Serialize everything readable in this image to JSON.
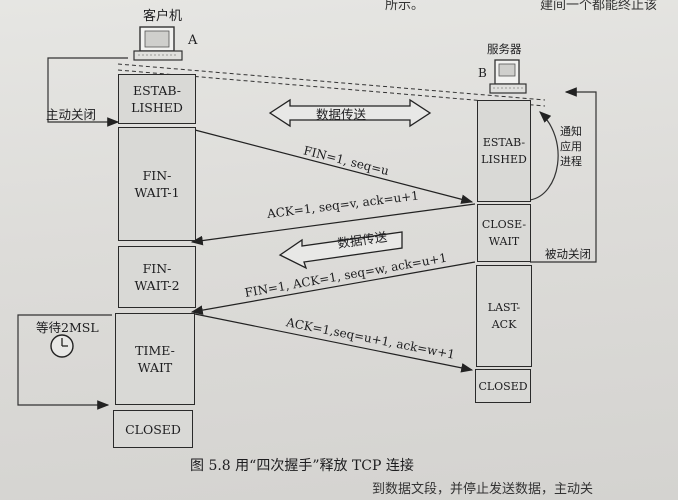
{
  "header_fragment_center": "所示。",
  "header_fragment_right": "建间一个都能终止该",
  "client": {
    "name": "客户机",
    "letter": "A"
  },
  "server": {
    "name": "服务器",
    "letter": "B"
  },
  "client_states": [
    "ESTAB-\nLISHED",
    "FIN-\nWAIT-1",
    "FIN-\nWAIT-2",
    "TIME-\nWAIT",
    "CLOSED"
  ],
  "server_states": [
    "ESTAB-\nLISHED",
    "CLOSE-\nWAIT",
    "LAST-\nACK",
    "CLOSED"
  ],
  "labels": {
    "active_close": "主动关闭",
    "passive_close": "被动关闭",
    "notify_app": "通知\n应用\n进程",
    "wait_2msl": "等待2MSL",
    "data_transfer_1": "数据传送",
    "data_transfer_2": "数据传送"
  },
  "messages": [
    {
      "text": "FIN=1, seq=u"
    },
    {
      "text": "ACK=1, seq=v, ack=u+1"
    },
    {
      "text": "FIN=1, ACK=1, seq=w, ack=u+1"
    },
    {
      "text": "ACK=1,seq=u+1, ack=w+1"
    }
  ],
  "caption": "图 5.8   用“四次握手”释放 TCP 连接",
  "footer_fragment": "到数据文段，并停止发送数据，主动关"
}
